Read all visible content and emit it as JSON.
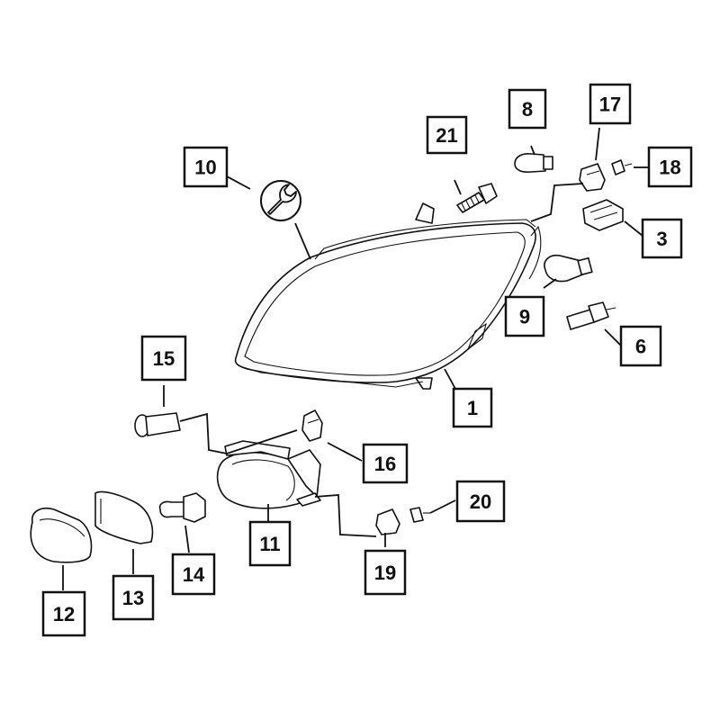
{
  "diagram": {
    "callouts": [
      {
        "id": "c1",
        "label": "1"
      },
      {
        "id": "c3",
        "label": "3"
      },
      {
        "id": "c6",
        "label": "6"
      },
      {
        "id": "c8",
        "label": "8"
      },
      {
        "id": "c9",
        "label": "9"
      },
      {
        "id": "c10",
        "label": "10"
      },
      {
        "id": "c11",
        "label": "11"
      },
      {
        "id": "c12",
        "label": "12"
      },
      {
        "id": "c13",
        "label": "13"
      },
      {
        "id": "c14",
        "label": "14"
      },
      {
        "id": "c15",
        "label": "15"
      },
      {
        "id": "c16",
        "label": "16"
      },
      {
        "id": "c17",
        "label": "17"
      },
      {
        "id": "c18",
        "label": "18"
      },
      {
        "id": "c19",
        "label": "19"
      },
      {
        "id": "c20",
        "label": "20"
      },
      {
        "id": "c21",
        "label": "21"
      }
    ],
    "icons": {
      "wrench": "wrench-icon"
    }
  }
}
